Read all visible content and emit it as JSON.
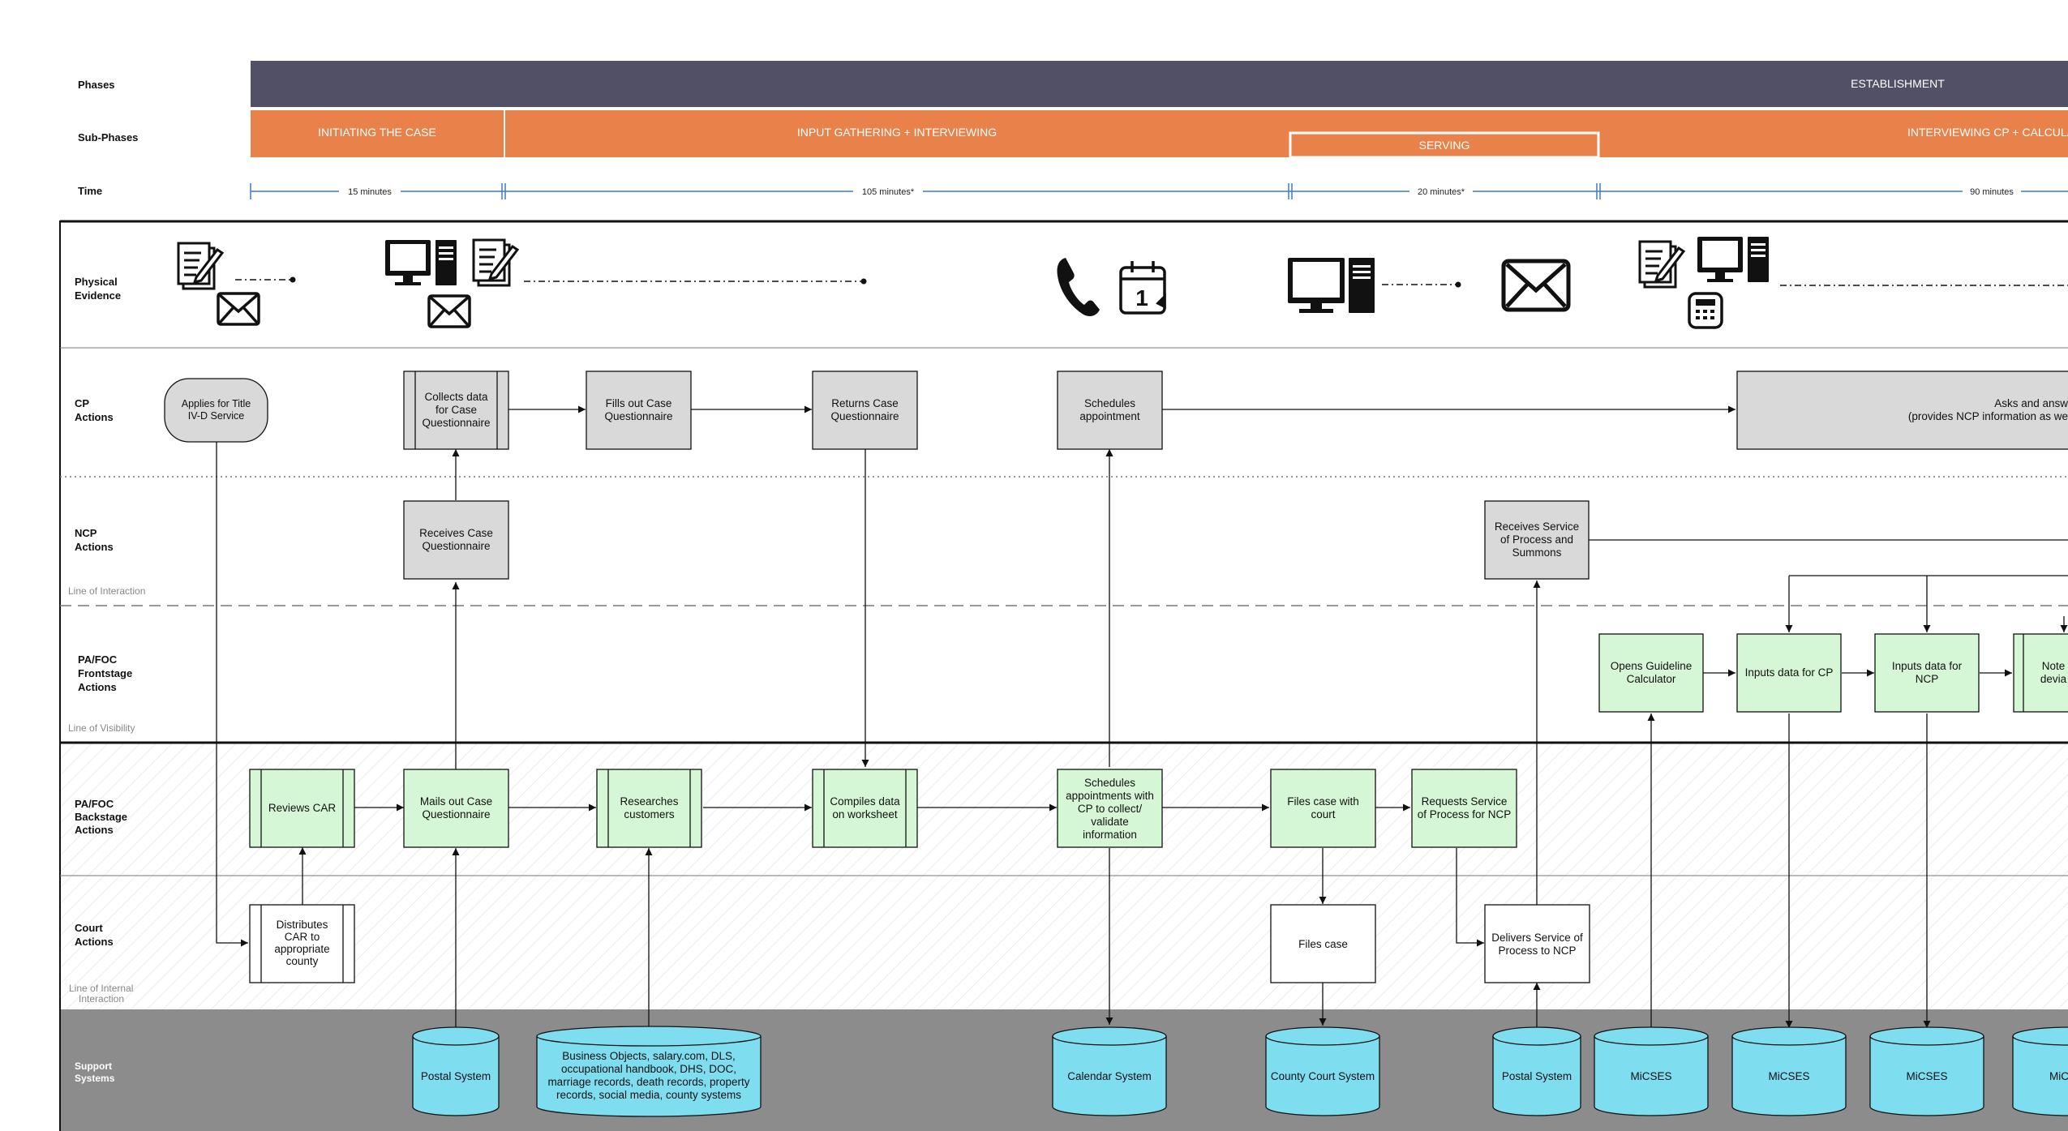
{
  "rows": {
    "phases": "Phases",
    "subphases": "Sub-Phases",
    "time": "Time",
    "physical": [
      "Physical",
      "Evidence"
    ],
    "cp": [
      "CP",
      "Actions"
    ],
    "ncp": [
      "NCP",
      "Actions"
    ],
    "frontstage": [
      "PA/FOC",
      "Frontstage",
      "Actions"
    ],
    "backstage": [
      "PA/FOC",
      "Backstage",
      "Actions"
    ],
    "court": [
      "Court",
      "Actions"
    ],
    "support": [
      "Support",
      "Systems"
    ]
  },
  "lines": {
    "interaction": "Line of Interaction",
    "visibility": "Line of Visibility",
    "internal": [
      "Line of Internal",
      "Interaction"
    ]
  },
  "phases": [
    {
      "label": "ESTABLISHMENT",
      "color": "#515066"
    }
  ],
  "subphases": [
    {
      "label": "INITIATING THE CASE",
      "color": "#E9824A"
    },
    {
      "label": "INPUT GATHERING + INTERVIEWING",
      "color": "#E9824A"
    },
    {
      "label": "SERVING",
      "color": "#E9824A"
    },
    {
      "label": "INTERVIEWING CP + CALCULA",
      "color": "#E9824A"
    }
  ],
  "times": [
    "15 minutes",
    "105 minutes*",
    "20 minutes*",
    "90 minutes"
  ],
  "icons": [
    "document-pen-icon",
    "envelope-icon",
    "computer-icon",
    "document-pen-icon",
    "envelope-icon",
    "phone-icon",
    "calendar-icon",
    "computer-icon",
    "envelope-icon",
    "document-pen-icon",
    "computer-icon",
    "calculator-icon"
  ],
  "calendar_day": "1",
  "boxes": {
    "cp_applies": [
      "Applies for Title",
      "IV-D Service"
    ],
    "cp_collects": [
      "Collects data",
      "for Case",
      "Questionnaire"
    ],
    "cp_fills": [
      "Fills out Case",
      "Questionnaire"
    ],
    "cp_returns": [
      "Returns Case",
      "Questionnaire"
    ],
    "cp_schedules": [
      "Schedules",
      "appointment"
    ],
    "cp_asks": [
      "Asks and answ",
      "(provides NCP information as we"
    ],
    "ncp_receives_q": [
      "Receives Case",
      "Questionnaire"
    ],
    "ncp_receives_s": [
      "Receives Service",
      "of Process and",
      "Summons"
    ],
    "fs_opens": [
      "Opens Guideline",
      "Calculator"
    ],
    "fs_cp": [
      "Inputs data for CP"
    ],
    "fs_ncp": [
      "Inputs data for",
      "NCP"
    ],
    "fs_notes": [
      "Note",
      "devia"
    ],
    "bs_reviews": [
      "Reviews CAR"
    ],
    "bs_mails": [
      "Mails out Case",
      "Questionnaire"
    ],
    "bs_researches": [
      "Researches",
      "customers"
    ],
    "bs_compiles": [
      "Compiles data",
      "on worksheet"
    ],
    "bs_schedules": [
      "Schedules",
      "appointments with",
      "CP to collect/",
      "validate",
      "information"
    ],
    "bs_files": [
      "Files case with",
      "court"
    ],
    "bs_requests": [
      "Requests Service",
      "of Process for NCP"
    ],
    "ct_distributes": [
      "Distributes",
      "CAR to",
      "appropriate",
      "county"
    ],
    "ct_files": [
      "Files case"
    ],
    "ct_delivers": [
      "Delivers Service of",
      "Process to NCP"
    ]
  },
  "systems": {
    "postal1": [
      "Postal System"
    ],
    "objects": [
      "Business Objects, salary.com, DLS,",
      "occupational handbook, DHS, DOC,",
      "marriage records, death records, property",
      "records, social media, county systems"
    ],
    "calendar": [
      "Calendar System"
    ],
    "county": [
      "County Court System"
    ],
    "postal2": [
      "Postal System"
    ],
    "micses1": [
      "MiCSES"
    ],
    "micses2": [
      "MiCSES"
    ],
    "micses3": [
      "MiCSES"
    ],
    "micses4": [
      "MiC"
    ]
  },
  "colors": {
    "phase": "#515066",
    "subphase": "#E9824A",
    "time_line": "#3F7CC0",
    "actor_box": "#D9D9D9",
    "backstage_box": "#D6F7D6",
    "system": "#7FDDF0",
    "support_bg": "#8C8C8C"
  }
}
